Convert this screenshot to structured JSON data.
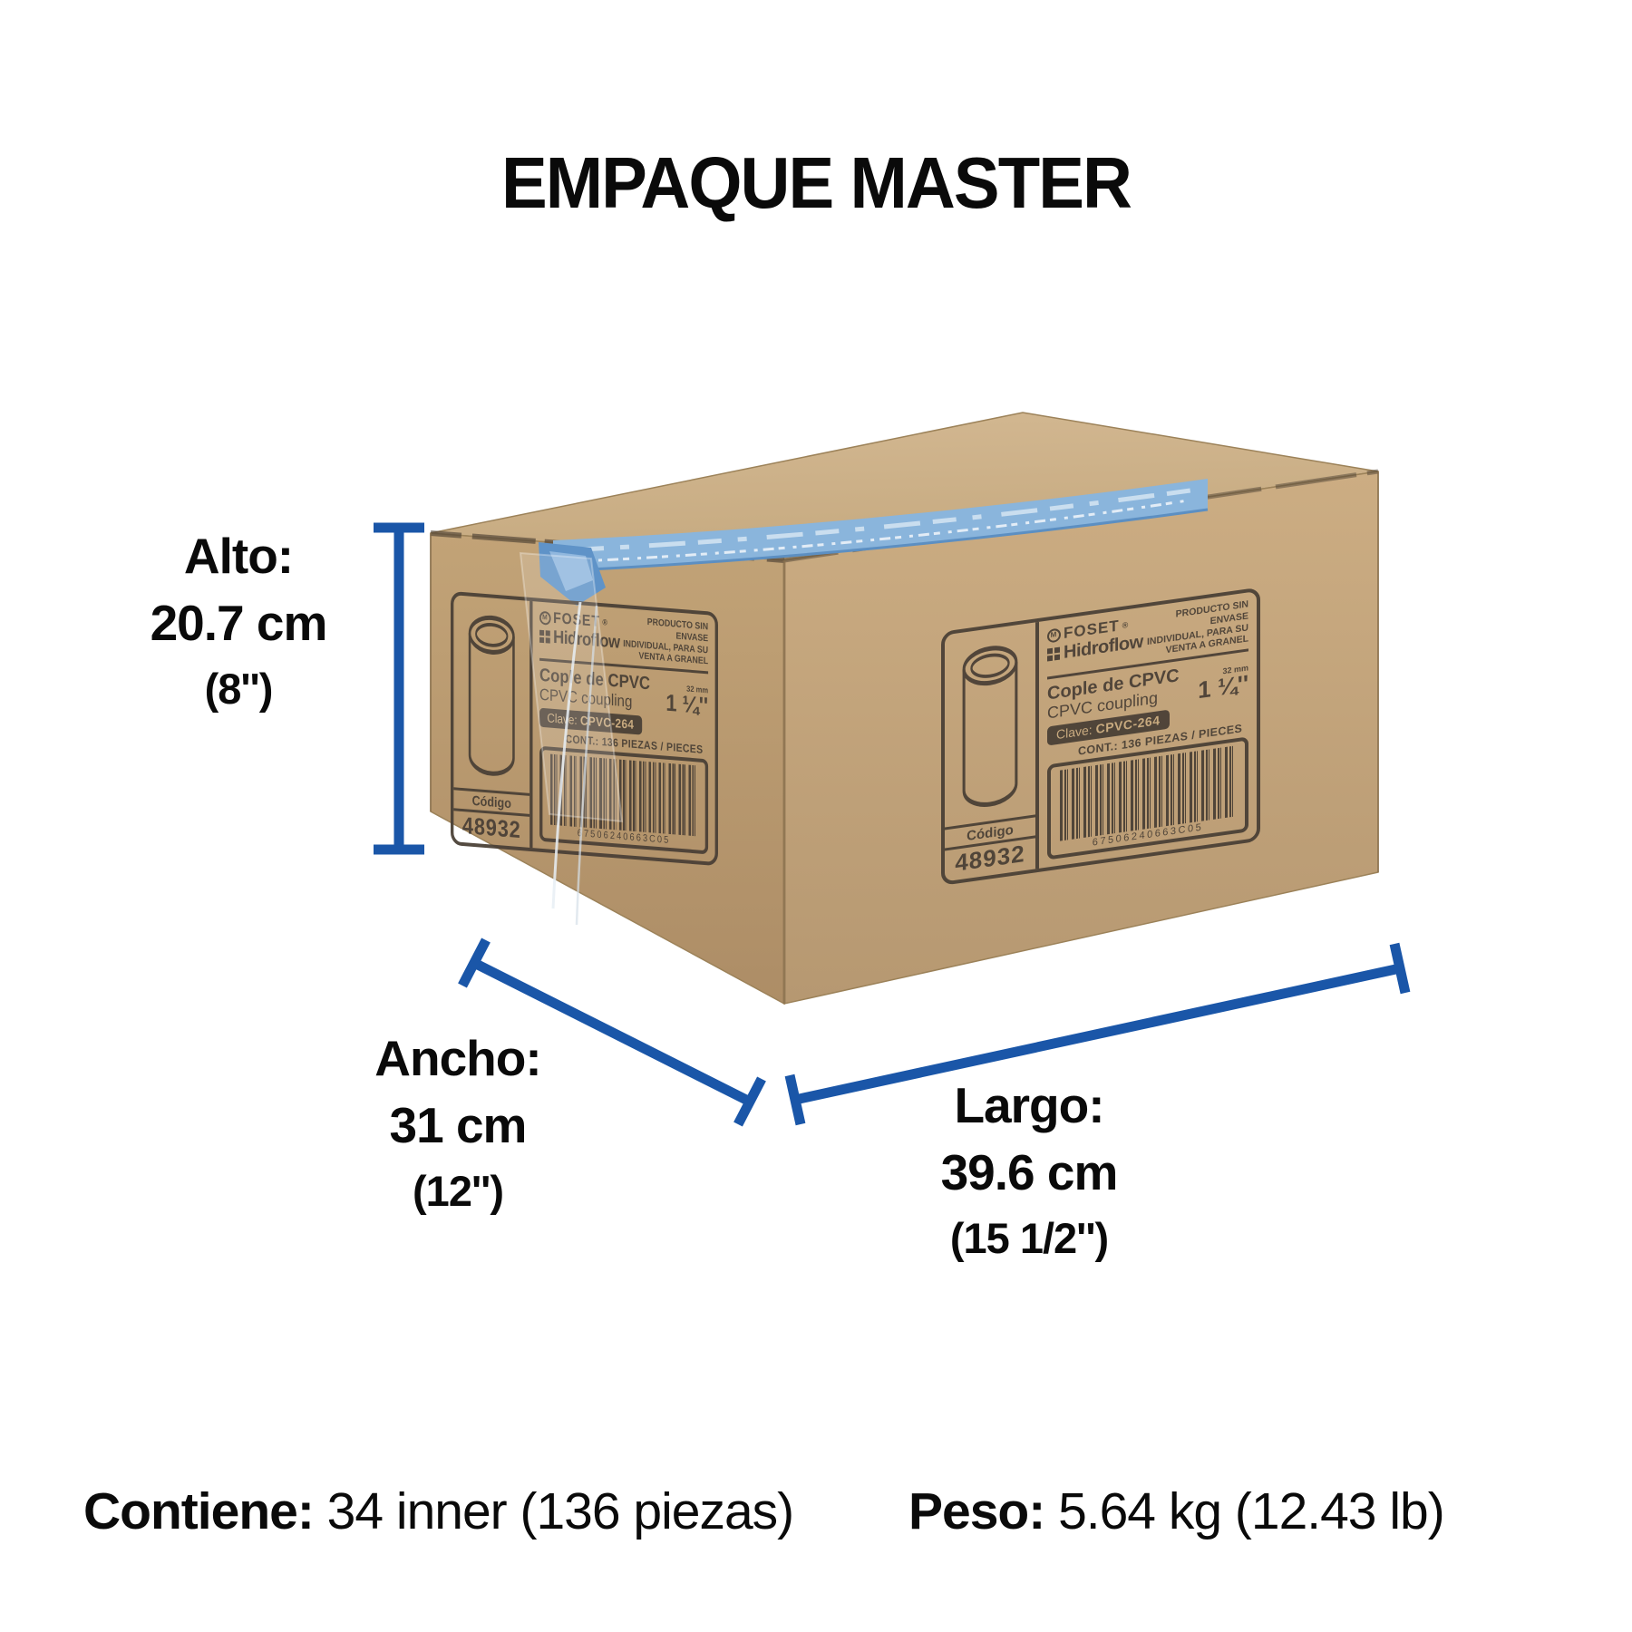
{
  "title": "EMPAQUE MASTER",
  "colors": {
    "accent_blue": "#1a56a8",
    "tape_blue": "#8ab5dc",
    "cardboard_top": "#ccb089",
    "cardboard_left": "#bda075",
    "cardboard_front": "#c3a67c",
    "print_ink": "#4a4036",
    "text": "#0a0a0a"
  },
  "dimensions": {
    "alto": {
      "label": "Alto:",
      "value": "20.7 cm",
      "imperial": "(8'')"
    },
    "ancho": {
      "label": "Ancho:",
      "value": "31 cm",
      "imperial": "(12'')"
    },
    "largo": {
      "label": "Largo:",
      "value": "39.6 cm",
      "imperial": "(15 1/2'')"
    }
  },
  "box_label": {
    "brand": "FOSET",
    "brand_reg": "®",
    "brand_icon_letter": "M",
    "subbrand": "Hidroflow",
    "bulk_notice_lines": [
      "PRODUCTO SIN ENVASE",
      "INDIVIDUAL, PARA SU",
      "VENTA A GRANEL"
    ],
    "product_es": "Cople de CPVC",
    "product_en": "CPVC coupling",
    "size_mm": "32 mm",
    "size_in": "1 ¼''",
    "clave_label": "Clave:",
    "clave_value": "CPVC-264",
    "content": "CONT.: 136 PIEZAS / PIECES",
    "codigo_label": "Código",
    "codigo_value": "48932",
    "barcode_number": "67506240663C05"
  },
  "footer": {
    "contains_label": "Contiene:",
    "contains_value": " 34 inner (136 piezas)",
    "weight_label": "Peso:",
    "weight_value": " 5.64 kg (12.43 lb)"
  }
}
